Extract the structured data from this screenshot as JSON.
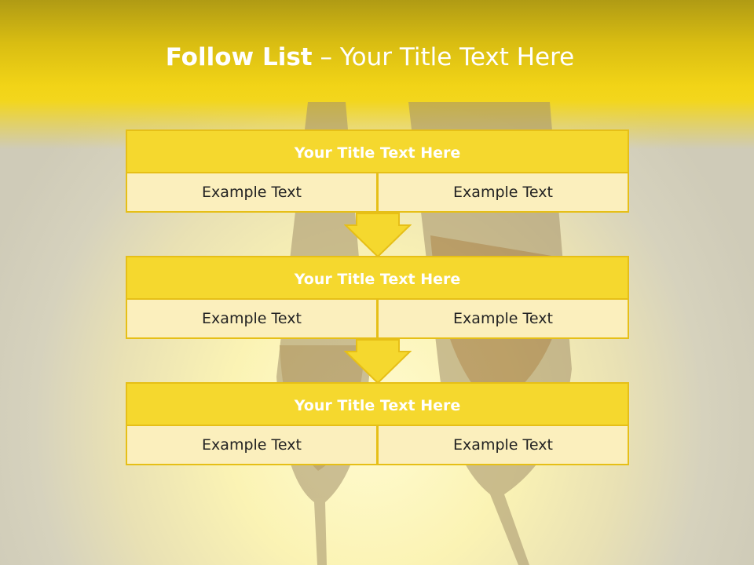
{
  "title": {
    "bold": "Follow List",
    "rest": " – Your Title Text Here"
  },
  "blocks": [
    {
      "title": "Your Title Text Here",
      "left": "Example Text",
      "right": "Example Text"
    },
    {
      "title": "Your Title Text Here",
      "left": "Example Text",
      "right": "Example Text"
    },
    {
      "title": "Your Title Text Here",
      "left": "Example Text",
      "right": "Example Text"
    }
  ],
  "colors": {
    "accent": "#f5d82e",
    "border": "#e6bf17",
    "cell": "#fbefbd",
    "band": "#f2d417"
  }
}
